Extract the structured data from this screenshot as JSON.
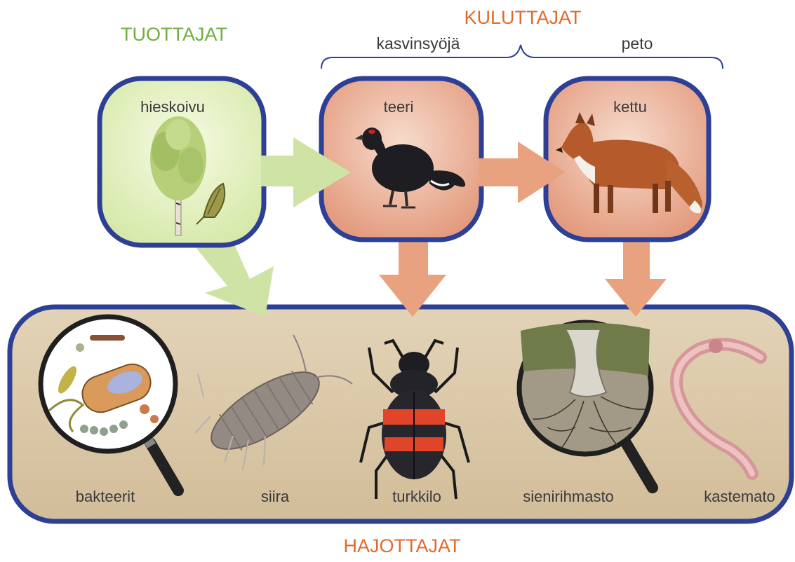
{
  "categories": {
    "producers": "TUOTTAJAT",
    "consumers": "KULUTTAJAT",
    "decomposers": "HAJOTTAJAT"
  },
  "consumer_groups": {
    "herbivore": "kasvinsyöjä",
    "predator": "peto"
  },
  "organisms": {
    "birch": "hieskoivu",
    "grouse": "teeri",
    "fox": "kettu",
    "bacteria": "bakteerit",
    "woodlouse": "siira",
    "beetle": "turkkilo",
    "mycelium": "sienirihmasto",
    "earthworm": "kastemato"
  },
  "colors": {
    "producer_label": "#6fae3e",
    "consumer_label": "#e06a2c",
    "box_border": "#2e3f96",
    "producer_fill": "#e6f1c8",
    "consumer_fill": "#eaa68c",
    "decomposer_fill": "#dac7a8",
    "green_arrow": "#cfe3a4",
    "orange_arrow": "#e9a27f"
  }
}
